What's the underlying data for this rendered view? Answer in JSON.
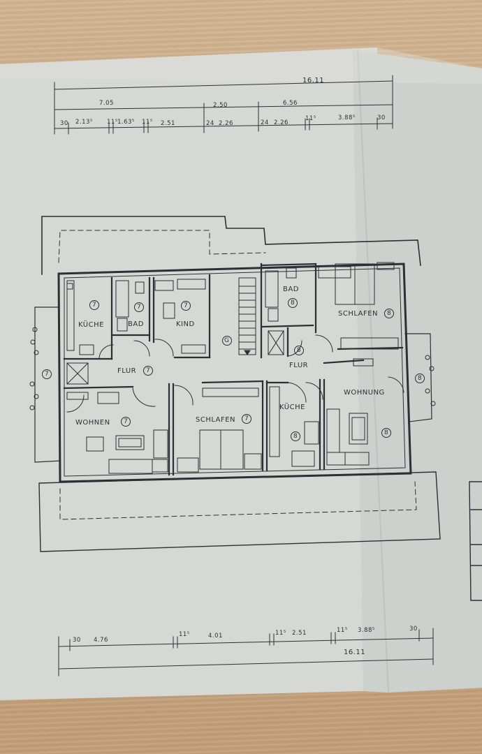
{
  "photo": {
    "subject": "floor-plan-blueprint"
  },
  "dimensions_top": {
    "total": "16.11",
    "seg_a": "7.05",
    "seg_b": "2.50",
    "seg_c": "6.56",
    "d1": "30",
    "d2": "2.13⁵",
    "d3": "11⁵",
    "d4": "1.63⁵",
    "d5": "11⁵",
    "d6": "2.51",
    "d7": "24",
    "d8": "2.26",
    "d9": "24",
    "d10": "2.26",
    "d11": "11⁵",
    "d12": "3.88⁵",
    "d13": "30"
  },
  "dimensions_bottom": {
    "d1": "30",
    "d2": "4.76",
    "d3": "11⁵",
    "d4": "4.01",
    "d5": "11⁵",
    "d6": "2.51",
    "d7": "11⁵",
    "d8": "3.88⁵",
    "d9": "30",
    "total": "16.11"
  },
  "rooms": {
    "kueche_left": "KÜCHE",
    "kueche_left_num": "7",
    "bad_left": "BAD",
    "bad_left_num": "7",
    "kind": "KIND",
    "kind_num": "7",
    "stair_num": "G",
    "bad_right": "BAD",
    "bad_right_num": "8",
    "schlafen_right": "SCHLAFEN",
    "schlafen_right_num": "8",
    "flur_left": "FLUR",
    "flur_left_num": "7",
    "flur_right": "FLUR",
    "flur_right_num": "8",
    "flur_right_label_num": "8",
    "balcony_left_num": "7",
    "balcony_right_num": "8",
    "wohnen": "WOHNEN",
    "wohnen_num": "7",
    "schlafen_mid": "SCHLAFEN",
    "schlafen_mid_num": "7",
    "kueche_right": "KÜCHE",
    "kueche_right_num": "8",
    "wohnung": "WOHNUNG",
    "wohnung_num": "8"
  }
}
